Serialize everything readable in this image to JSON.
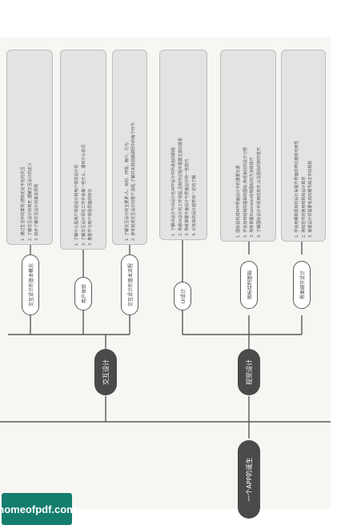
{
  "root": {
    "label": "一个APP的诞生"
  },
  "hubs": {
    "interaction": {
      "label": "交互设计"
    },
    "visual": {
      "label": "视觉设计"
    }
  },
  "topics": {
    "concept": {
      "label": "交互设计的基本概念"
    },
    "user_experience": {
      "label": "用户体验"
    },
    "process": {
      "label": "交互设计的基本流程"
    },
    "ui_design": {
      "label": "UI设计"
    },
    "icon_design": {
      "label": "图标绘制基础"
    },
    "detail_design": {
      "label": "界面细节设计"
    }
  },
  "notes": {
    "concept": [
      "1. 通过生活中的案例,感知无处不在的交互",
      "2. 了解交互设计的简史,理解交互设计的定义",
      "3. 初步了解交互设计的基本原则"
    ],
    "user_experience": [
      "1. 了解什么是用户体验设计和用户体验设计师",
      "2. 了解交互设计师在工作中会做一些什么、遇到什么状况",
      "3. 着重学习用户体验层面的知识"
    ],
    "process": [
      "1. 了解交互设计的五要素:人、目的、环境、媒介、行为",
      "2. 参考前述交互设计的整个流程,了解并实践前期调研中的每个环节"
    ],
    "ui_design": [
      "1. 了解UI设计与UI设计在APP设计中所承担的职能",
      "2. 熟悉UI设计的工作流程,及制作过程中需要注意的要素",
      "3. 熟练掌握平面设计与界面设计的一些技巧",
      "4. 对未来的设计趋势有一定的了解"
    ],
    "icon_design": [
      "1. 图标是构成APP界面设计中的重要元素",
      "2. 学会如何绘制的基础的图标,养成良好的设计习惯",
      "3. 熟练掌握Illustrator绘制图标的方法和技巧",
      "4. 了解图标设计中常用的软件,以及图标的制作技巧"
    ],
    "detail_design": [
      "1. 学会用细致周到的设计来提升界面的辨识度和可用性",
      "2. 熟知控件的使用规则和设计规范",
      "3. 掌握设计师需要考虑的细节和文字的规则"
    ]
  },
  "brand": {
    "label": "homeofpdf.com"
  }
}
